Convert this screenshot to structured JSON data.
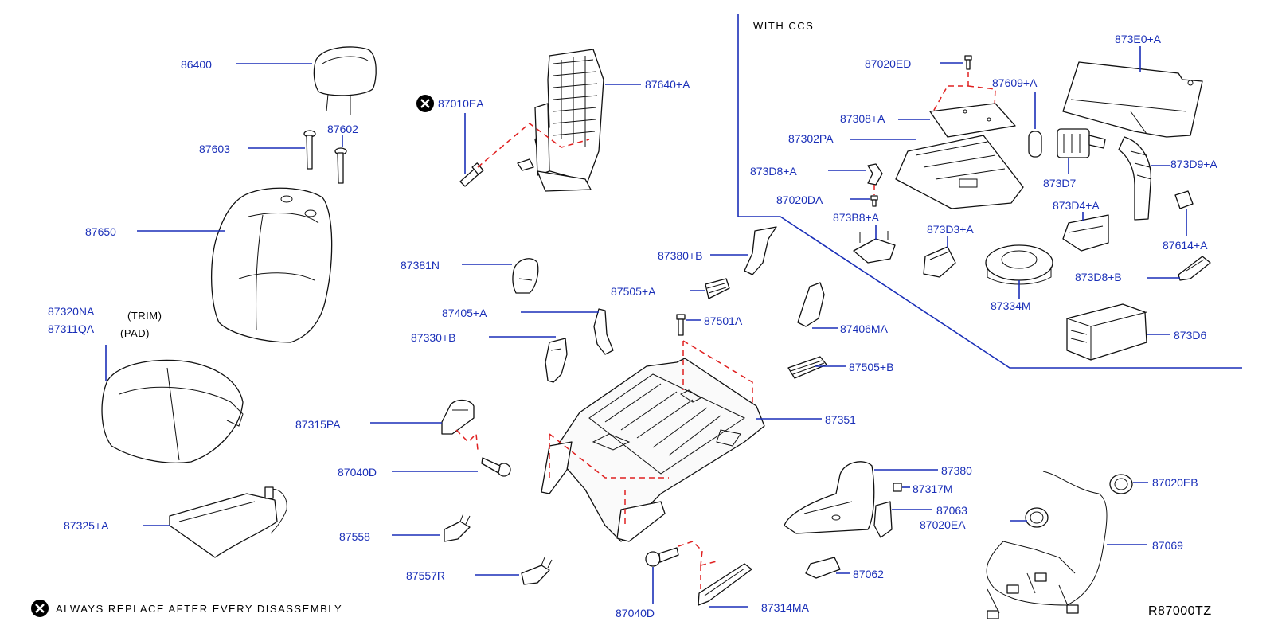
{
  "diagram_code": "R87000TZ",
  "section_title": "WITH CCS",
  "note": {
    "icon": "x-circle-icon",
    "text": "ALWAYS REPLACE AFTER EVERY DISASSEMBLY"
  },
  "annotations": {
    "trim": "(TRIM)",
    "pad": "(PAD)"
  },
  "labels": {
    "p86400": "86400",
    "p87603": "87603",
    "p87602": "87602",
    "p87650": "87650",
    "p87320NA": "87320NA",
    "p87311QA": "87311QA",
    "p87325A": "87325+A",
    "p87010EA": "87010EA",
    "p87640A": "87640+A",
    "p87381N": "87381N",
    "p87405A": "87405+A",
    "p87330B": "87330+B",
    "p87315PA": "87315PA",
    "p87040D_left": "87040D",
    "p87558": "87558",
    "p87557R": "87557R",
    "p87380B": "87380+B",
    "p87505A": "87505+A",
    "p87501A": "87501A",
    "p87406MA": "87406MA",
    "p87505B": "87505+B",
    "p87351": "87351",
    "p87380": "87380",
    "p87317M": "87317M",
    "p87063": "87063",
    "p87020EA": "87020EA",
    "p87062": "87062",
    "p87040D_bottom": "87040D",
    "p87314MA": "87314MA",
    "p87020EB": "87020EB",
    "p87069": "87069",
    "p87020ED": "87020ED",
    "p87609A": "87609+A",
    "p873E0A": "873E0+A",
    "p87308A": "87308+A",
    "p87302PA": "87302PA",
    "p873D8A": "873D8+A",
    "p87020DA": "87020DA",
    "p873B8A": "873B8+A",
    "p873D3A": "873D3+A",
    "p873D7": "873D7",
    "p873D9A": "873D9+A",
    "p873D4A": "873D4+A",
    "p87614A": "87614+A",
    "p873D8B": "873D8+B",
    "p87334M": "87334M",
    "p873D6": "873D6"
  },
  "colors": {
    "label": "#1a2fb8",
    "leader": "#1a2fb8",
    "dashed_guide": "#e02020",
    "linework": "#111111"
  }
}
